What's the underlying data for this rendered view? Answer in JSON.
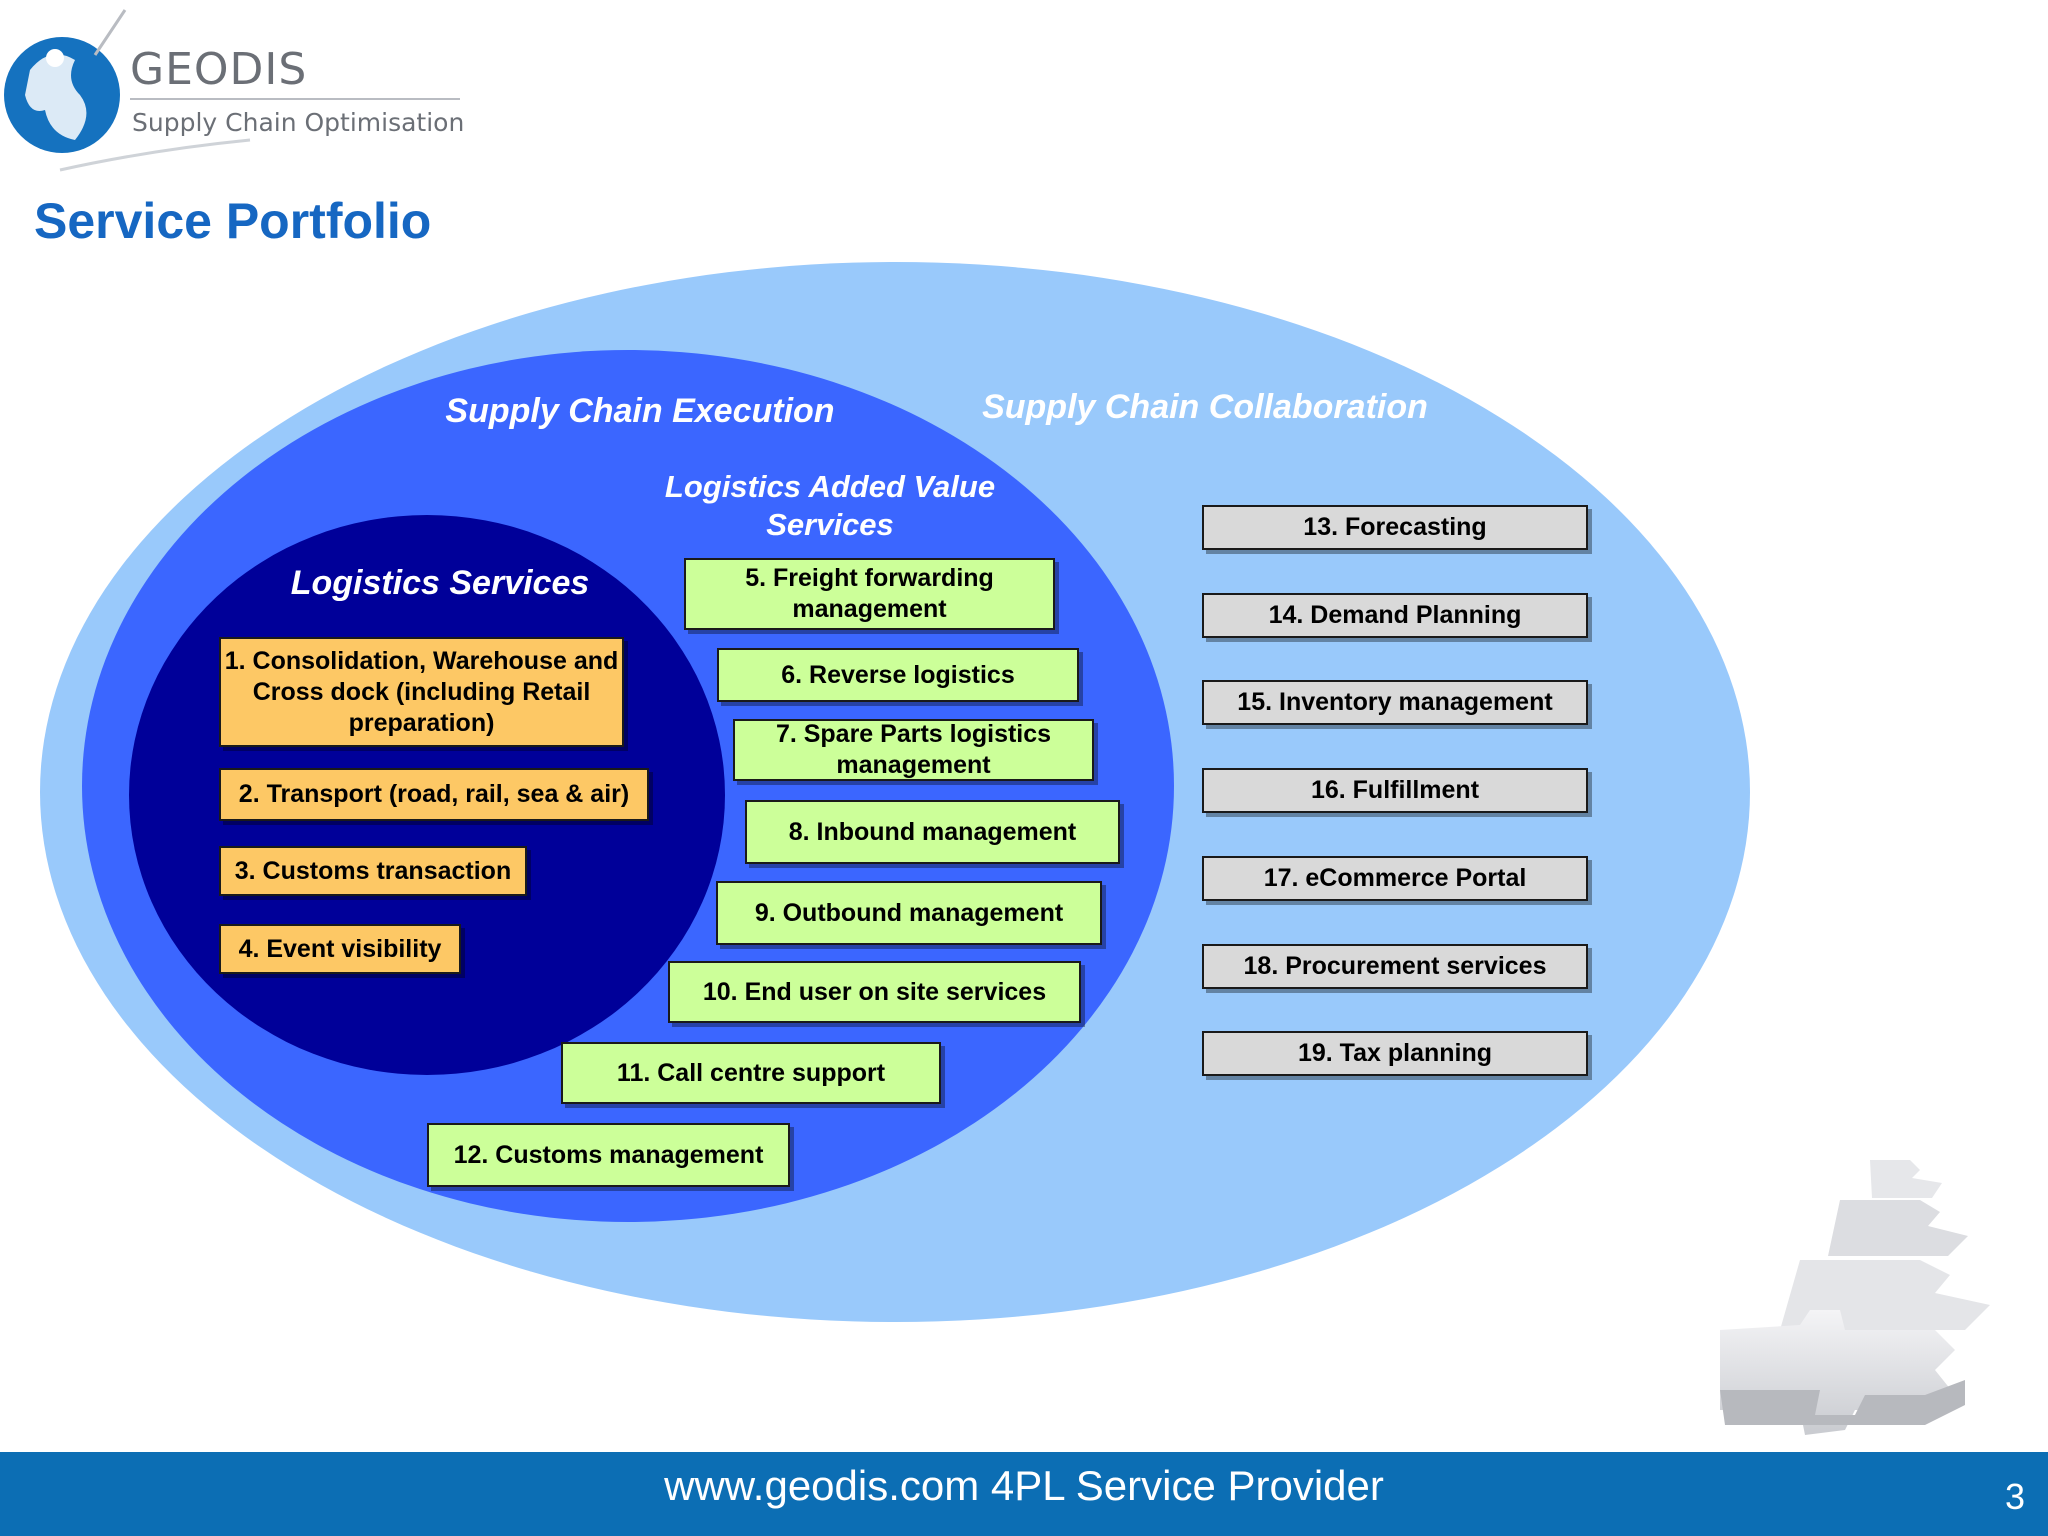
{
  "logo": {
    "name": "GEODIS",
    "tagline": "Supply Chain Optimisation"
  },
  "title": "Service Portfolio",
  "colors": {
    "title": "#1667c2",
    "outer_zone": "#99c9fb",
    "execution_zone": "#3b66ff",
    "logistics_zone": "#000099",
    "logistics_box": "#fdc865",
    "added_value_box": "#ccff99",
    "collaboration_box": "#d9d9d9",
    "footer": "#0c6eb4"
  },
  "zones": {
    "collaboration": "Supply Chain Collaboration",
    "execution": "Supply Chain Execution",
    "added_value": "Logistics Added Value Services",
    "logistics": "Logistics Services"
  },
  "logistics_services": [
    "1. Consolidation, Warehouse and Cross dock (including Retail preparation)",
    "2. Transport (road, rail, sea & air)",
    "3. Customs transaction",
    "4. Event visibility"
  ],
  "added_value_services": [
    "5. Freight forwarding management",
    "6. Reverse logistics",
    "7. Spare Parts logistics management",
    "8. Inbound management",
    "9. Outbound management",
    "10. End user on site services",
    "11. Call centre support",
    "12. Customs management"
  ],
  "collaboration_services": [
    "13. Forecasting",
    "14. Demand Planning",
    "15. Inventory management",
    "16. Fulfillment",
    "17. eCommerce Portal",
    "18. Procurement services",
    "19. Tax planning"
  ],
  "footer": {
    "text": "www.geodis.com 4PL Service Provider",
    "page": "3"
  },
  "icons": {
    "logo": "geodis-runner-globe-icon",
    "decoration": "puzzle-pieces-image"
  }
}
